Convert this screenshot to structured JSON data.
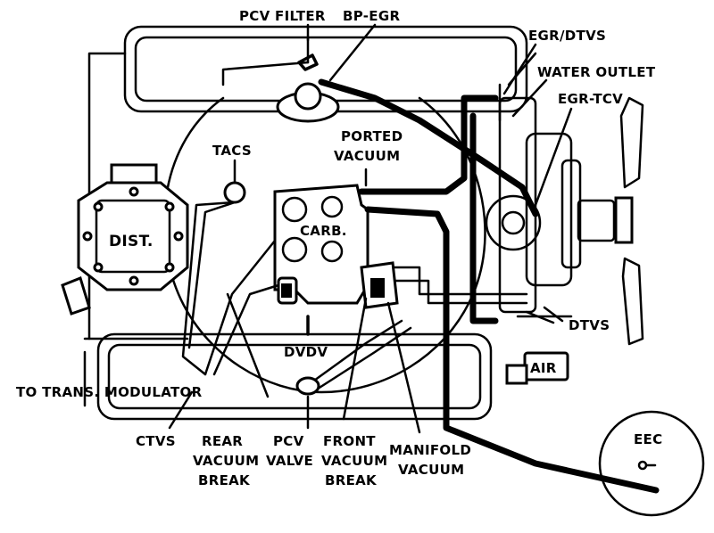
{
  "labels": {
    "pcv_filter": "PCV FILTER",
    "bp_egr": "BP-EGR",
    "egr_dtvs": "EGR/DTVS",
    "water_outlet": "WATER OUTLET",
    "egr_tcv": "EGR-TCV",
    "ported_vacuum_1": "PORTED",
    "ported_vacuum_2": "VACUUM",
    "tacs": "TACS",
    "dist": "DIST.",
    "carb": "CARB.",
    "dvdv": "DVDV",
    "dtvs": "DTVS",
    "air": "AIR",
    "to_trans_modulator": "TO TRANS. MODULATOR",
    "ctvs": "CTVS",
    "rear_vacuum_break_1": "REAR",
    "rear_vacuum_break_2": "VACUUM",
    "rear_vacuum_break_3": "BREAK",
    "pcv_valve_1": "PCV",
    "pcv_valve_2": "VALVE",
    "front_vacuum_break_1": "FRONT",
    "front_vacuum_break_2": "VACUUM",
    "front_vacuum_break_3": "BREAK",
    "manifold_vacuum_1": "MANIFOLD",
    "manifold_vacuum_2": "VACUUM",
    "eec": "EEC"
  },
  "colors": {
    "line": "#000000",
    "background": "#ffffff"
  }
}
